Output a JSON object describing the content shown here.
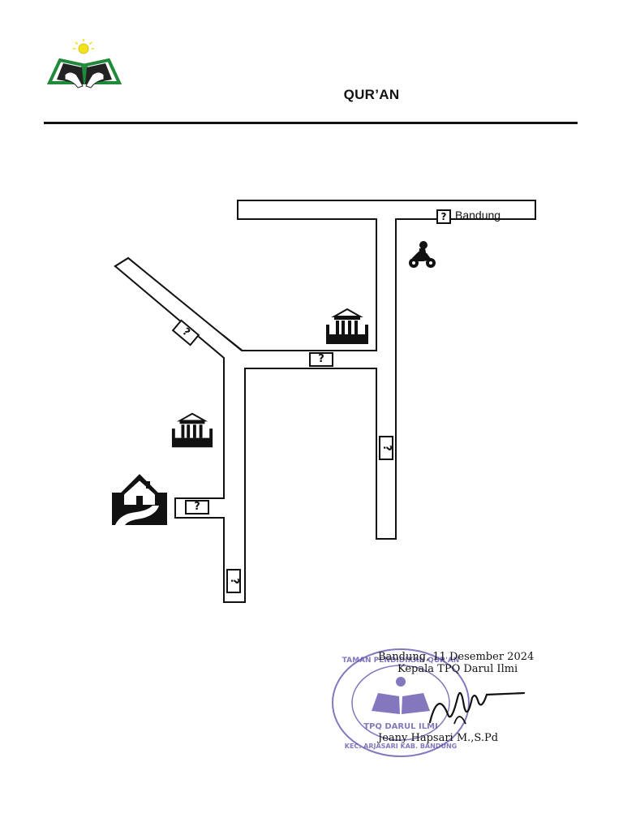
{
  "header": {
    "title": "QUR’AN"
  },
  "map": {
    "road_label": "Bandung",
    "question_mark": "?",
    "icons": [
      "motorcycle-icon",
      "government-building-icon",
      "government-building-icon",
      "house-icon",
      "logo-icon"
    ]
  },
  "signature": {
    "date_line": "Bandung, 11 Desember 2024",
    "role_line": "Kepala TPQ Darul Ilmi",
    "name_line": "Jeany Hapsari M.,S.Pd"
  },
  "stamp": {
    "text_top": "TAMAN PENDIDIKAN QUR'AN",
    "text_middle": "TPQ DARUL ILMI",
    "text_bottom": "KEC. ARJASARI KAB. BANDUNG"
  },
  "colors": {
    "logo_green": "#1f8a3a",
    "logo_sun": "#f2e21b",
    "stamp_purple": "#5b4aa8",
    "ink": "#111111"
  }
}
